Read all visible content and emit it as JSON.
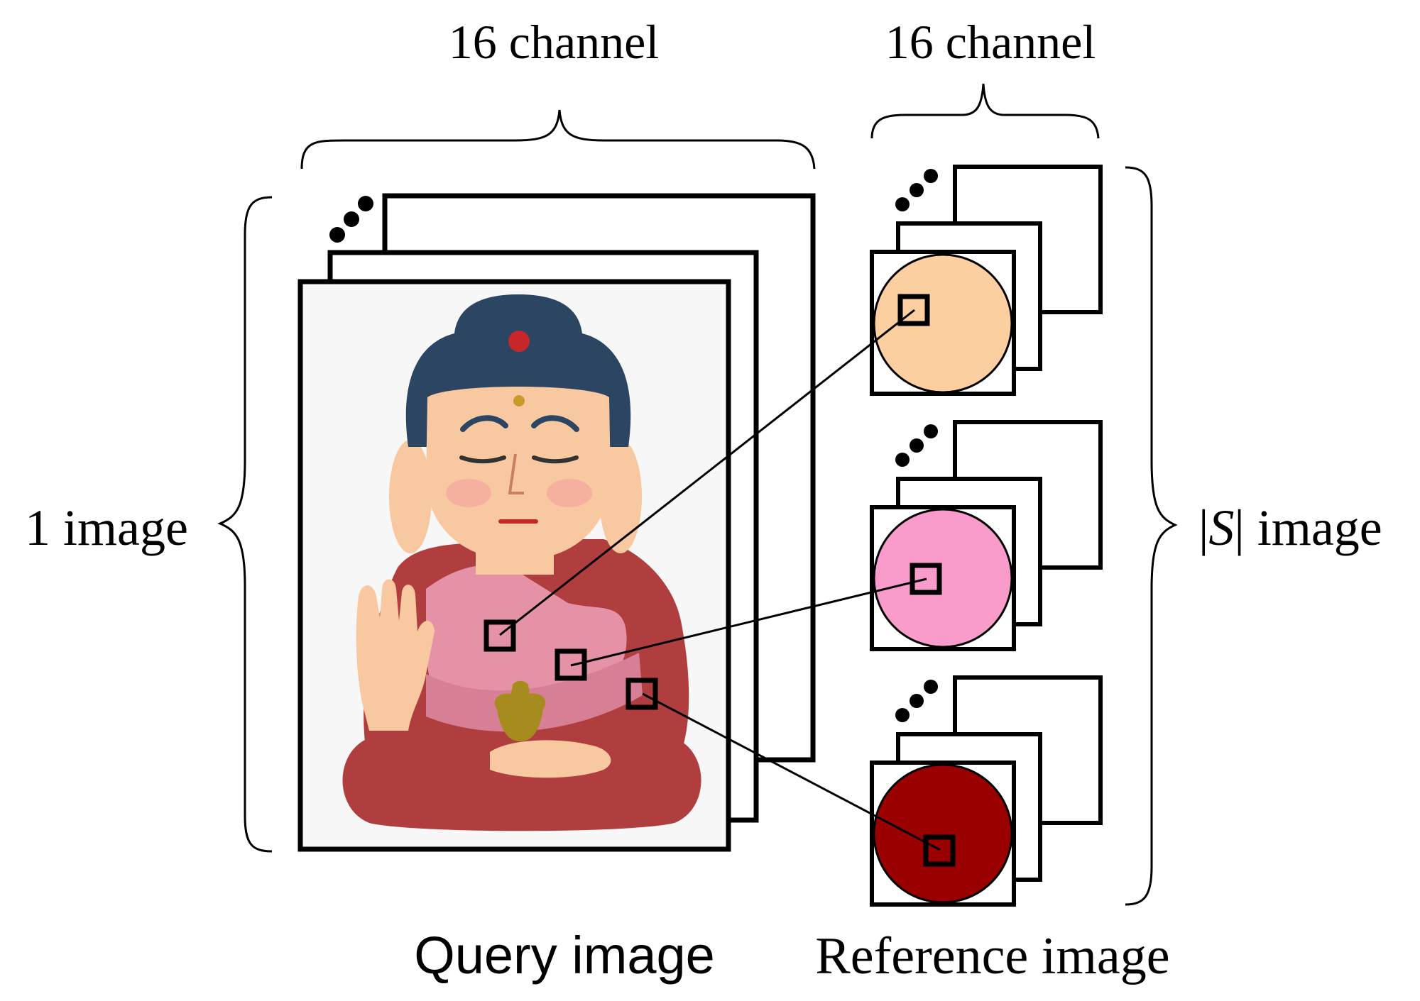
{
  "labels": {
    "query_channels": "16 channel",
    "reference_channels": "16 channel",
    "query_count": "1 image",
    "reference_count_prefix": "|",
    "reference_count_symbol": "S",
    "reference_count_suffix": "| image",
    "query_caption": "Query image",
    "reference_caption": "Reference image"
  },
  "reference_colors": [
    "#FCCFA0",
    "#F99CCB",
    "#9B0000"
  ],
  "illustration": {
    "subject": "seated-buddha",
    "colors": {
      "background": "#F7F7F7",
      "hair": "#2B4563",
      "skin": "#F8C9A0",
      "robe_dark": "#B13E3E",
      "robe_pink": "#E592A6",
      "urna": "#C8272A",
      "gold": "#A68B1E"
    }
  }
}
